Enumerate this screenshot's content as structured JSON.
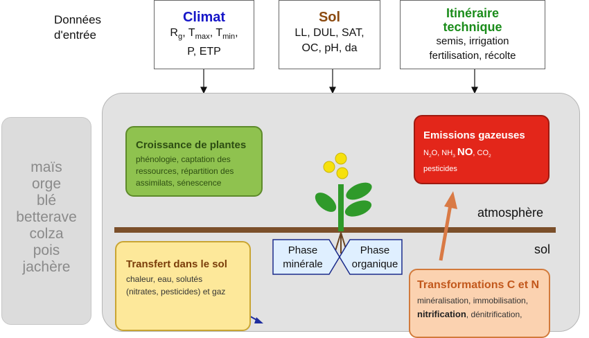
{
  "inputs": {
    "label_line1": "Données",
    "label_line2": "d'entrée",
    "climat": {
      "title": "Climat",
      "title_color": "#1616c8",
      "line1": {
        "r": "R",
        "r_sub": "g",
        "sep1": ", T",
        "tmax_sub": "max",
        "sep2": ", T",
        "tmin_sub": "min",
        "end": ","
      },
      "line2": "P, ETP"
    },
    "sol": {
      "title": "Sol",
      "title_color": "#8b4a10",
      "line1": "LL, DUL, SAT,",
      "line2": "OC, pH, da"
    },
    "itineraire": {
      "title_line1": "Itinéraire",
      "title_line2": "technique",
      "title_color": "#1a8c1a",
      "line1": "semis, irrigation",
      "line2": "fertilisation, récolte"
    }
  },
  "crops": [
    "maïs",
    "orge",
    "blé",
    "betterave",
    "colza",
    "pois",
    "jachère"
  ],
  "processes": {
    "croissance": {
      "title": "Croissance de plantes",
      "line1": "phénologie, captation des",
      "line2": "ressources, répartition des",
      "line3": "assimilats, sénescence"
    },
    "emissions": {
      "title": "Emissions gazeuses",
      "n2o": "N",
      "n2o_sub": "2",
      "n2o_end": "O, NH",
      "nh_sub": "3",
      "no": "NO",
      "co": ", CO",
      "co_sub": "2",
      "line2": "pesticides"
    },
    "transfert": {
      "title": "Transfert dans le sol",
      "line1": "chaleur, eau, solutés",
      "line2": "(nitrates, pesticides) et gaz"
    },
    "transformations": {
      "title": "Transformations C et N",
      "line1": "minéralisation, immobilisation,",
      "line2_bold": "nitrification",
      "line2_rest": ", dénitrification,"
    }
  },
  "phases": {
    "minerale_line1": "Phase",
    "minerale_line2": "minérale",
    "organique_line1": "Phase",
    "organique_line2": "organique"
  },
  "layers": {
    "atmosphere": "atmosphère",
    "sol": "sol"
  },
  "colors": {
    "soil_line": "#7b4f2a",
    "plant_stem": "#2f9a2a",
    "flower": "#f6e10d",
    "arrow_orange": "#d97a45",
    "arrow_blue": "#1d2c9e"
  }
}
